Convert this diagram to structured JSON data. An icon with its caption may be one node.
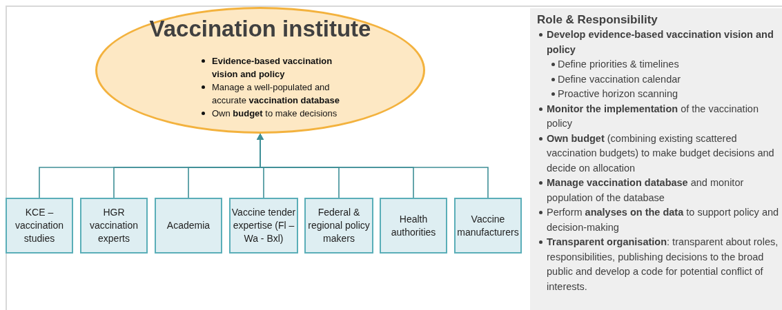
{
  "diagram": {
    "nodes": [
      {
        "text": [
          "Vaccination institute",
          "**Evidence-based vaccination vision and policy**",
          "Manage a well-populated and accurate **vaccination database**",
          "Own **budget** to make decisions"
        ]
      },
      {
        "text": [
          "KCE – vaccination studies"
        ]
      },
      {
        "text": [
          "HGR vaccination experts"
        ]
      },
      {
        "text": [
          "Academia"
        ]
      },
      {
        "text": [
          "Vaccine tender expertise (Fl – Wa - Bxl)"
        ]
      },
      {
        "text": [
          "Federal & regional policy makers"
        ]
      },
      {
        "text": [
          "Health authorities"
        ]
      },
      {
        "text": [
          "Vaccine manufacturers"
        ]
      },
      {
        "text": [
          "Role & Responsibility",
          "**Develop evidence-based vaccination vision and policy**",
          "Define priorities & timelines",
          "Define vaccination calendar",
          "Proactive horizon scanning",
          "**Monitor the implementation** of the vaccination policy",
          "**Own budget** (combining existing scattered vaccination budgets) to make budget decisions and decide on allocation",
          "**Manage vaccination database** and monitor population of the database",
          "Perform **analyses on the data** to support policy and decision-making",
          "**Transparent organisation**: transparent about roles, responsibilities, publishing decisions to the broad public and develop a code for potential conflict of interests."
        ]
      }
    ],
    "edges": [
      {
        "from": 1,
        "to": 0,
        "arrow": "to"
      },
      {
        "from": 2,
        "to": 0,
        "arrow": "to"
      },
      {
        "from": 3,
        "to": 0,
        "arrow": "to"
      },
      {
        "from": 4,
        "to": 0,
        "arrow": "to"
      },
      {
        "from": 5,
        "to": 0,
        "arrow": "to"
      },
      {
        "from": 6,
        "to": 0,
        "arrow": "to"
      },
      {
        "from": 7,
        "to": 0,
        "arrow": "to"
      }
    ]
  }
}
